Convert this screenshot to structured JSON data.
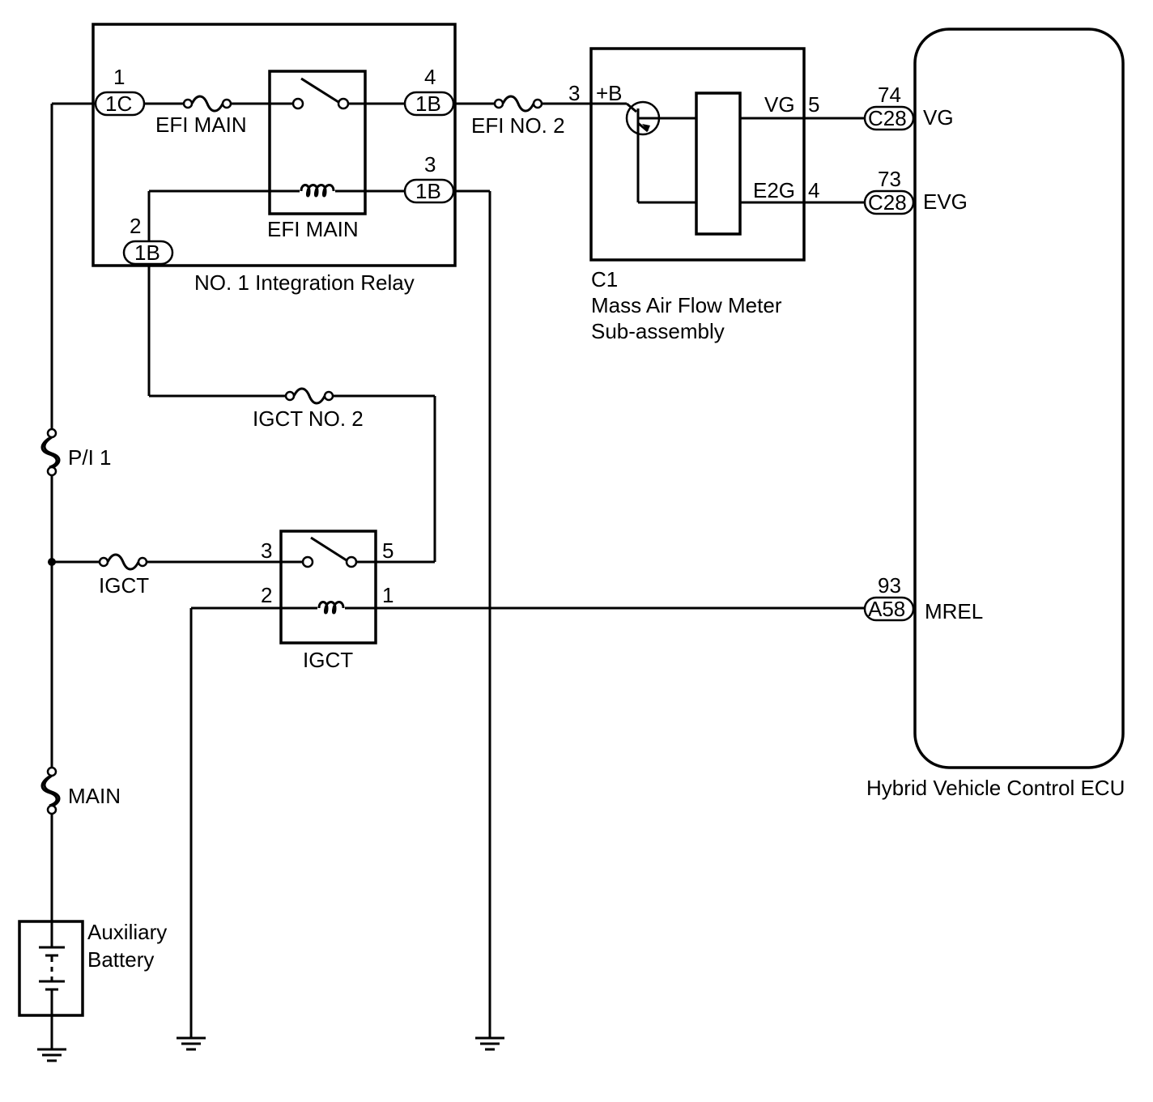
{
  "relay1": {
    "name": "NO. 1 Integration Relay",
    "pin1": "1",
    "pin1_conn": "1C",
    "pin4": "4",
    "pin4_conn": "1B",
    "pin3": "3",
    "pin3_conn": "1B",
    "pin2": "2",
    "pin2_conn": "1B",
    "fuse_label": "EFI MAIN",
    "relay_label": "EFI MAIN"
  },
  "fuse_efi_no2": "EFI NO. 2",
  "fuse_igct_no2": "IGCT NO. 2",
  "fuse_pi1": "P/I 1",
  "fuse_main": "MAIN",
  "fuse_igct": "IGCT",
  "igct_relay": {
    "name": "IGCT",
    "pin3": "3",
    "pin5": "5",
    "pin2": "2",
    "pin1": "1"
  },
  "maf": {
    "connector": "C1",
    "name_line1": "Mass Air Flow Meter",
    "name_line2": "Sub-assembly",
    "pin_b_num": "3",
    "pin_b_label": "+B",
    "pin_vg_label": "VG",
    "pin_vg_num": "5",
    "pin_e2g_label": "E2G",
    "pin_e2g_num": "4"
  },
  "ecu": {
    "name": "Hybrid Vehicle Control ECU",
    "vg": {
      "pin": "74",
      "conn": "C28",
      "label": "VG"
    },
    "evg": {
      "pin": "73",
      "conn": "C28",
      "label": "EVG"
    },
    "mrel": {
      "pin": "93",
      "conn": "A58",
      "label": "MREL"
    }
  },
  "battery": {
    "line1": "Auxiliary",
    "line2": "Battery"
  }
}
